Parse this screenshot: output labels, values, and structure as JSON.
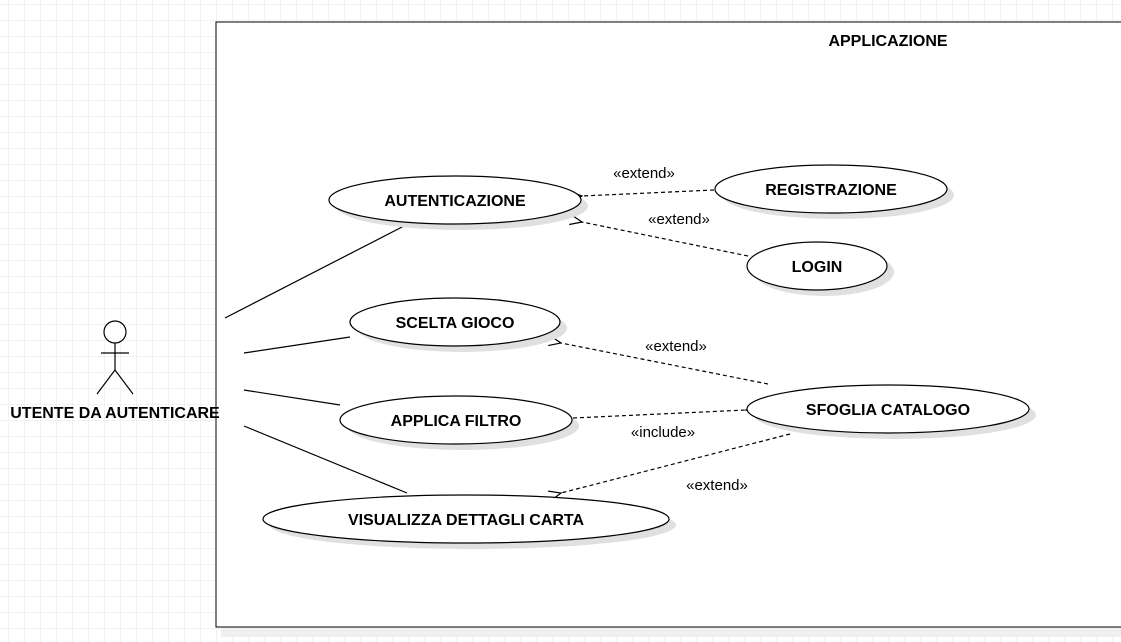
{
  "diagram": {
    "system_title": "APPLICAZIONE",
    "actor": {
      "name": "UTENTE DA AUTENTICARE"
    },
    "use_cases": [
      {
        "id": "autenticazione",
        "label": "AUTENTICAZIONE"
      },
      {
        "id": "registrazione",
        "label": "REGISTRAZIONE"
      },
      {
        "id": "login",
        "label": "LOGIN"
      },
      {
        "id": "scelta-gioco",
        "label": "SCELTA GIOCO"
      },
      {
        "id": "applica-filtro",
        "label": "APPLICA FILTRO"
      },
      {
        "id": "sfoglia-catalogo",
        "label": "SFOGLIA CATALOGO"
      },
      {
        "id": "visualizza-dettagli-carta",
        "label": "VISUALIZZA DETTAGLI CARTA"
      }
    ],
    "relations": [
      {
        "from": "registrazione",
        "to": "autenticazione",
        "label": "«extend»"
      },
      {
        "from": "login",
        "to": "autenticazione",
        "label": "«extend»"
      },
      {
        "from": "sfoglia-catalogo",
        "to": "scelta-gioco",
        "label": "«extend»"
      },
      {
        "from": "applica-filtro",
        "to": "sfoglia-catalogo",
        "label": "«include»"
      },
      {
        "from": "sfoglia-catalogo",
        "to": "visualizza-dettagli-carta",
        "label": "«extend»"
      }
    ],
    "associations": [
      {
        "actor": "actor",
        "use_case": "autenticazione"
      },
      {
        "actor": "actor",
        "use_case": "scelta-gioco"
      },
      {
        "actor": "actor",
        "use_case": "applica-filtro"
      },
      {
        "actor": "actor",
        "use_case": "visualizza-dettagli-carta"
      }
    ],
    "colors": {
      "grid_line": "#e6e6e6",
      "stroke": "#000000",
      "shadow": "#e0e0e0",
      "fill": "#ffffff"
    }
  }
}
